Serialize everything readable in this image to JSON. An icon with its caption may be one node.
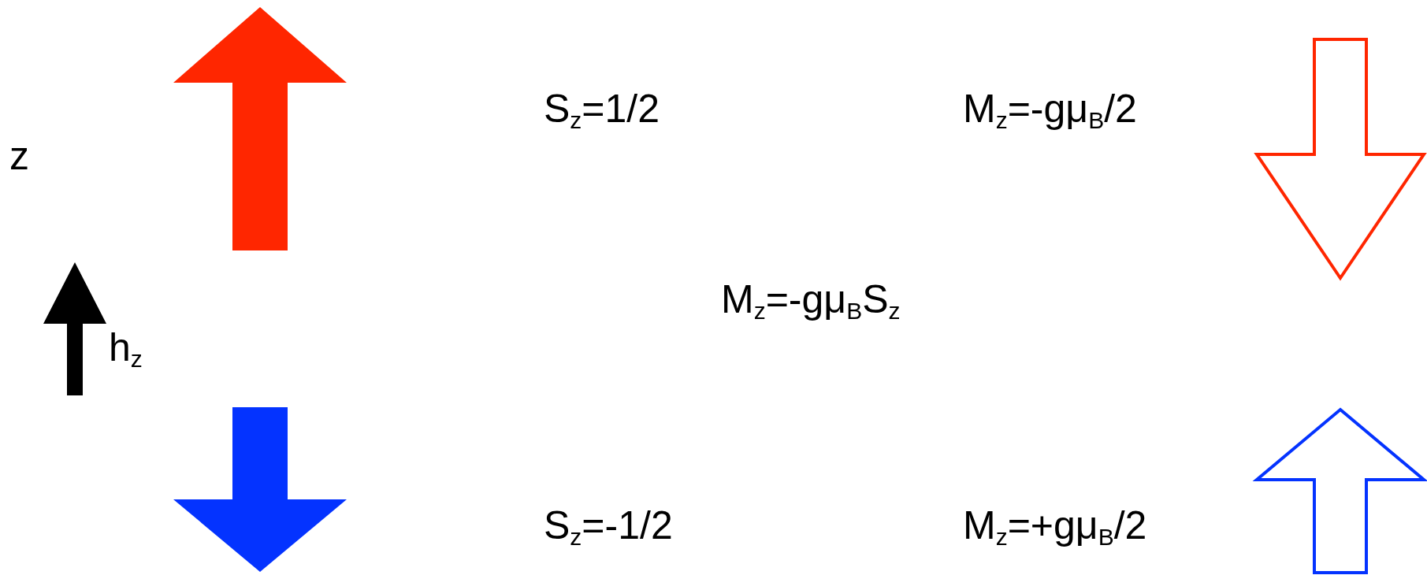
{
  "diagram": {
    "labels": [
      "z",
      "S$_{z}$=1/2",
      "M$_{z}$=-gμ$_{B}$/2",
      "M$_{z}$=-gμ$_{B}$S$_{z}$",
      "h$_{z}$",
      "S$_{z}$=-1/2",
      "M$_{z}$=+gμ$_{B}$/2"
    ]
  }
}
